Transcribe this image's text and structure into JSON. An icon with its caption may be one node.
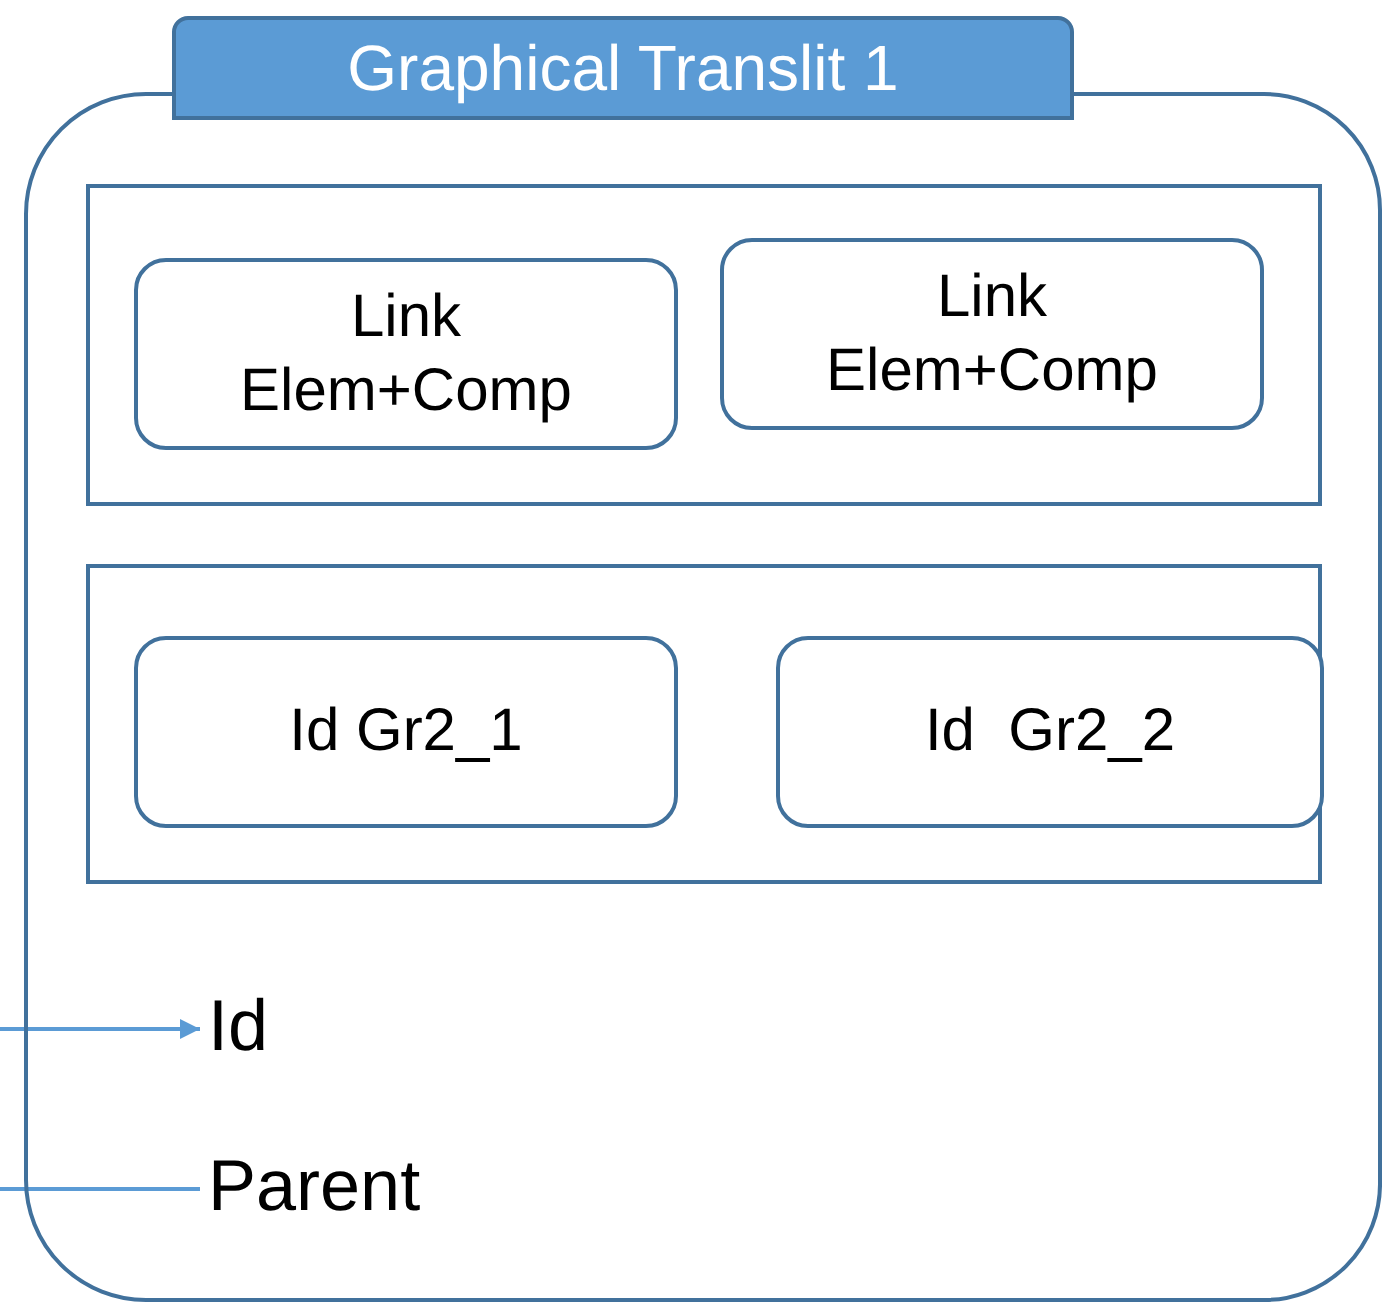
{
  "diagram": {
    "nodes": [
      {
        "text": [
          "Graphical Translit 1"
        ]
      },
      {
        "text": [],
        "shape": "box",
        "in": 0
      },
      {
        "text": [
          "Link Elem+Comp"
        ],
        "in": 1
      },
      {
        "text": [
          "Link Elem+Comp"
        ],
        "in": 1
      },
      {
        "text": [],
        "shape": "box",
        "in": 0
      },
      {
        "text": [
          "Id Gr2_1"
        ],
        "in": 4
      },
      {
        "text": [
          "Id  Gr2_2"
        ],
        "in": 4
      },
      {
        "text": [
          "Id"
        ],
        "in": 0
      },
      {
        "text": [
          "Parent"
        ],
        "in": 0
      }
    ],
    "edges": [
      {
        "from": null,
        "to": 7,
        "arrow": "to"
      },
      {
        "from": null,
        "to": 8,
        "arrow": "none"
      }
    ]
  }
}
